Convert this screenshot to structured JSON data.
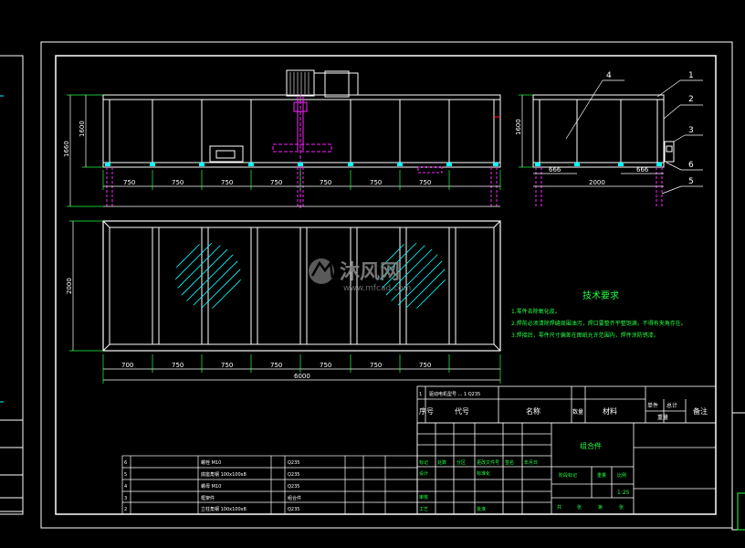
{
  "drawing": {
    "front_dims": {
      "spacings": [
        "750",
        "750",
        "750",
        "750",
        "750",
        "750",
        "750"
      ],
      "height_outer": "1660",
      "height_inner": "1600"
    },
    "side_dims": {
      "height": "1600",
      "left": "666",
      "right": "666",
      "width": "2000"
    },
    "plan_dims": {
      "spacings": [
        "700",
        "750",
        "750",
        "750",
        "750",
        "750",
        "750"
      ],
      "total": "6000",
      "height": "2000"
    },
    "callouts": [
      "1",
      "2",
      "3",
      "4",
      "5",
      "6"
    ],
    "tech_requirements": {
      "title": "技术要求",
      "lines": [
        "1.零件去除氧化皮。",
        "2.焊前必须清除焊缝周围油污，焊口要整齐平整饱满，不得有夹角存在。",
        "3.焊接后，零件尺寸偏差在图纸允许范围内，焊件涂防锈漆。"
      ]
    },
    "watermark": {
      "brand": "沐风网",
      "url": "www.mfcad.com"
    },
    "bom_header": {
      "row_text": "驱动电机型号 ... 1 Q235",
      "no": "序号",
      "code": "代号",
      "name": "名称",
      "qty": "数量",
      "material": "材料",
      "weight_single": "单件",
      "weight_total": "总计",
      "weight": "重量",
      "note": "备注"
    },
    "title_block": {
      "title": "组合件",
      "scale": "1:25",
      "labels": [
        "标记",
        "处数",
        "分区",
        "更改文件号",
        "签名",
        "年月日",
        "设计",
        "标准化",
        "审核",
        "工艺",
        "批准",
        "阶段标记",
        "重量",
        "比例",
        "共",
        "张",
        "第",
        "张"
      ]
    },
    "bom_rows": [
      {
        "no": "6",
        "name": "螺栓 M10",
        "material": "Q235"
      },
      {
        "no": "5",
        "name": "底座角钢 100x100x8",
        "material": "Q235"
      },
      {
        "no": "4",
        "name": "螺母 M10",
        "material": "Q235"
      },
      {
        "no": "3",
        "name": "框架件",
        "material": "组合件"
      },
      {
        "no": "2",
        "name": "立柱角钢 100x100x8",
        "material": "Q235"
      }
    ]
  }
}
